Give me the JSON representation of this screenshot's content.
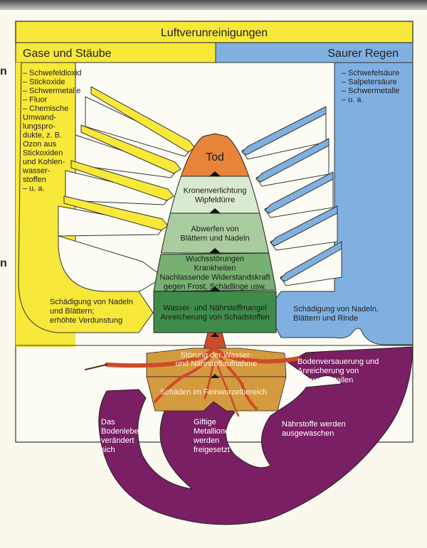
{
  "header": {
    "title": "Luftverunreinigungen",
    "left_category": "Gase und Stäube",
    "right_category": "Saurer Regen"
  },
  "left_list": [
    "– Schwefeldioxid",
    "– Stickoxide",
    "– Schwermetalle",
    "– Fluor",
    "– Chemische",
    "  Umwand-",
    "  lungspro-",
    "  dukte, z. B.",
    "  Ozon aus",
    "  Stickoxiden",
    "  und Kohlen-",
    "  wasser-",
    "  stoffen",
    "– u. a."
  ],
  "right_list": [
    "– Schwefelsäure",
    "– Salpetersäure",
    "– Schwermetalle",
    "– u. a."
  ],
  "tree_stages": [
    {
      "lines": [
        "Tod"
      ],
      "color": "#e8843a"
    },
    {
      "lines": [
        "Kronenverlichtung",
        "Wipfeldürre"
      ],
      "color": "#d9ead0"
    },
    {
      "lines": [
        "Abwerfen von",
        "Blättern und Nadeln"
      ],
      "color": "#a9cc9f"
    },
    {
      "lines": [
        "Wuchsstörungen",
        "Krankheiten",
        "Nachlassende Widerstandskraft",
        "gegen Frost, Schädlinge usw."
      ],
      "color": "#77b071"
    },
    {
      "lines": [
        "Wasser- und Nährstoffmangel",
        "Anreicherung von Schadstoffen"
      ],
      "color": "#3f8c4a"
    }
  ],
  "left_effect": [
    "Schädigung von Nadeln",
    "und Blättern;",
    "erhöhte Verdunstung"
  ],
  "right_effect": [
    "Schädigung von Nadeln,",
    "Blättern und Rinde"
  ],
  "root_stages": [
    [
      "Störung der Wasser-",
      "und Nährstoffaufnahme"
    ],
    [
      "Schäden im Feinwurzelbereich"
    ]
  ],
  "soil_effects": {
    "acidification": [
      "Bodenversauerung und",
      "Anreicherung von",
      "Schwermetallen"
    ],
    "soil_life": [
      "Das",
      "Bodenleben",
      "verändert",
      "sich"
    ],
    "metal_ions": [
      "Giftige",
      "Metallionen",
      "werden",
      "freigesetzt"
    ],
    "nutrients": [
      "Nährstoffe werden",
      "ausgewaschen"
    ]
  },
  "colors": {
    "yellow": "#f7e83a",
    "blue": "#7fb0e0",
    "purple": "#7a1f63",
    "orange": "#e8843a",
    "root_red": "#cf4a2a",
    "root_box": "#d49a3e"
  }
}
